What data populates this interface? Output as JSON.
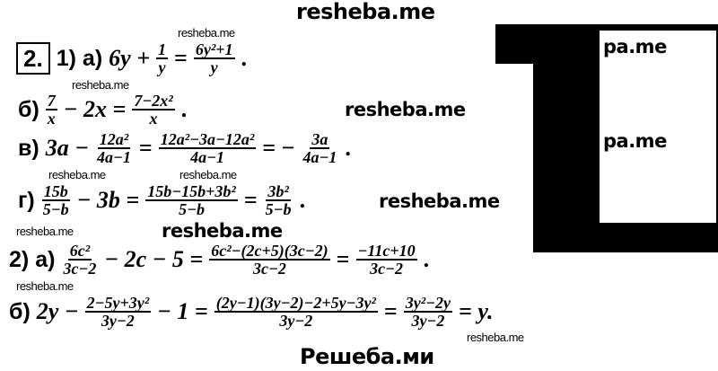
{
  "header": {
    "watermark": "resheba.me"
  },
  "problem_number": "2.",
  "part1": {
    "label": "1)",
    "a": {
      "label": "а)",
      "lhs": "6y +",
      "f1": {
        "n": "1",
        "d": "y"
      },
      "eq": "=",
      "f2": {
        "n": "6y²+1",
        "d": "y"
      },
      "end": "."
    },
    "b": {
      "label": "б)",
      "f1": {
        "n": "7",
        "d": "x"
      },
      "mid": "− 2x =",
      "f2": {
        "n": "7−2x²",
        "d": "x"
      },
      "end": "."
    },
    "v": {
      "label": "в)",
      "lhs": "3a −",
      "f1": {
        "n": "12a²",
        "d": "4a−1"
      },
      "eq": "=",
      "f2": {
        "n": "12a²−3a−12a²",
        "d": "4a−1"
      },
      "eq2": "= −",
      "f3": {
        "n": "3a",
        "d": "4a−1"
      },
      "end": "."
    },
    "g": {
      "label": "г)",
      "f1": {
        "n": "15b",
        "d": "5−b"
      },
      "mid": "− 3b =",
      "f2": {
        "n": "15b−15b+3b²",
        "d": "5−b"
      },
      "eq2": "=",
      "f3": {
        "n": "3b²",
        "d": "5−b"
      },
      "end": "."
    }
  },
  "part2": {
    "label": "2)",
    "a": {
      "label": "а)",
      "f1": {
        "n": "6c²",
        "d": "3c−2"
      },
      "mid": "− 2c − 5 =",
      "f2": {
        "n": "6c²−(2c+5)(3c−2)",
        "d": "3c−2"
      },
      "eq2": "=",
      "f3": {
        "n": "−11c+10",
        "d": "3c−2"
      },
      "end": "."
    },
    "b": {
      "label": "б)",
      "lhs": "2y −",
      "f1": {
        "n": "2−5y+3y²",
        "d": "3y−2"
      },
      "mid": "− 1 =",
      "f2": {
        "n": "(2y−1)(3y−2)−2+5y−3y²",
        "d": "3y−2"
      },
      "eq2": "=",
      "f3": {
        "n": "3y²−2y",
        "d": "3y−2"
      },
      "end": "= y."
    }
  },
  "watermarks": {
    "small": "resheba.me",
    "bold": "resheba.me",
    "partial": "pa.me"
  },
  "footer": "Решеба.ми"
}
